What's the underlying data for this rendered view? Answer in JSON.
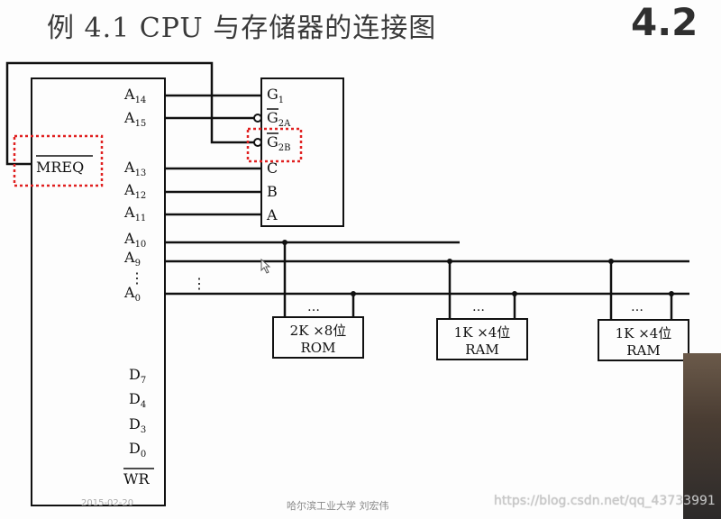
{
  "title": "例 4.1  CPU 与存储器的连接图",
  "badge": "4.2",
  "cpu": {
    "address_pins": [
      {
        "main": "A",
        "sub": "14"
      },
      {
        "main": "A",
        "sub": "15"
      },
      {
        "main": "A",
        "sub": "13"
      },
      {
        "main": "A",
        "sub": "12"
      },
      {
        "main": "A",
        "sub": "11"
      },
      {
        "main": "A",
        "sub": "10"
      },
      {
        "main": "A",
        "sub": "9"
      },
      {
        "main": "A",
        "sub": "0"
      }
    ],
    "data_pins": [
      {
        "main": "D",
        "sub": "7"
      },
      {
        "main": "D",
        "sub": "4"
      },
      {
        "main": "D",
        "sub": "3"
      },
      {
        "main": "D",
        "sub": "0"
      }
    ],
    "mreq": "MREQ",
    "wr": "WR",
    "dots_vertical": "⋮"
  },
  "decoder": {
    "inputs": [
      {
        "main": "G",
        "sub": "1"
      },
      {
        "main": "G",
        "sub": "2A"
      },
      {
        "main": "G",
        "sub": "2B"
      },
      {
        "main": "C",
        "sub": ""
      },
      {
        "main": "B",
        "sub": ""
      },
      {
        "main": "A",
        "sub": ""
      }
    ]
  },
  "bus": {
    "dots": "⋮",
    "dots_h": "…"
  },
  "chips": [
    {
      "line1": "2K ×8位",
      "line2": "ROM"
    },
    {
      "line1": "1K ×4位",
      "line2": "RAM"
    },
    {
      "line1": "1K ×4位",
      "line2": "RAM"
    }
  ],
  "footer": "哈尔滨工业大学  刘宏伟",
  "date": "2015-02-20",
  "watermark": "https://blog.csdn.net/qq_43733991",
  "colors": {
    "highlight": "#e02020",
    "line": "#111111"
  }
}
